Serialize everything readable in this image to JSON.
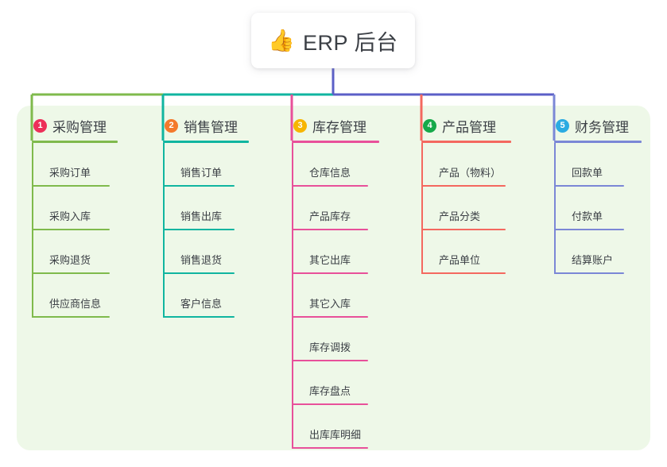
{
  "root": {
    "icon": "thumbs-up-icon",
    "icon_glyph": "👍",
    "title": "ERP 后台"
  },
  "panel": {
    "background_color": "#eef8e8"
  },
  "bus": {
    "segments": [
      {
        "color": "#7fba4c"
      },
      {
        "color": "#10b5a0"
      },
      {
        "color": "#5b5fc7"
      }
    ]
  },
  "columns": [
    {
      "number": "1",
      "title": "采购管理",
      "badge_color": "#ed2f59",
      "line_color": "#7fba4c",
      "items": [
        {
          "label": "采购订单"
        },
        {
          "label": "采购入库"
        },
        {
          "label": "采购退货"
        },
        {
          "label": "供应商信息"
        }
      ]
    },
    {
      "number": "2",
      "title": "销售管理",
      "badge_color": "#f4792b",
      "line_color": "#10b5a0",
      "items": [
        {
          "label": "销售订单"
        },
        {
          "label": "销售出库"
        },
        {
          "label": "销售退货"
        },
        {
          "label": "客户信息"
        }
      ]
    },
    {
      "number": "3",
      "title": "库存管理",
      "badge_color": "#f7b500",
      "line_color": "#e8509a",
      "items": [
        {
          "label": "仓库信息"
        },
        {
          "label": "产品库存"
        },
        {
          "label": "其它出库"
        },
        {
          "label": "其它入库"
        },
        {
          "label": "库存调拨"
        },
        {
          "label": "库存盘点"
        },
        {
          "label": "出库库明细"
        }
      ]
    },
    {
      "number": "4",
      "title": "产品管理",
      "badge_color": "#16a94a",
      "line_color": "#f4685f",
      "items": [
        {
          "label": "产品（物料）"
        },
        {
          "label": "产品分类"
        },
        {
          "label": "产品单位"
        }
      ]
    },
    {
      "number": "5",
      "title": "财务管理",
      "badge_color": "#2babe2",
      "line_color": "#7b87d6",
      "items": [
        {
          "label": "回款单"
        },
        {
          "label": "付款单"
        },
        {
          "label": "结算账户"
        }
      ]
    }
  ]
}
